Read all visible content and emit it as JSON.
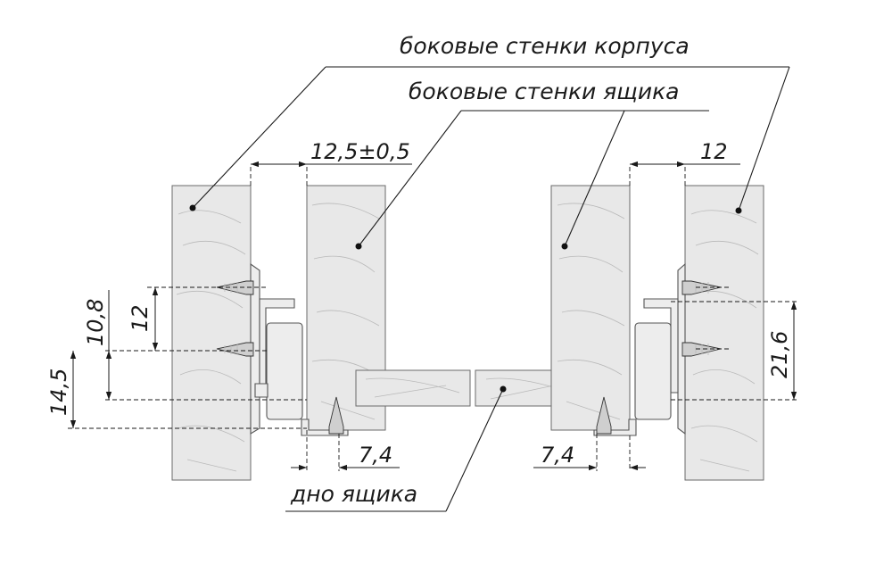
{
  "labels": {
    "cabinet_walls": "боковые стенки корпуса",
    "drawer_walls": "боковые стенки ящика",
    "drawer_bottom": "дно ящика"
  },
  "dimensions": {
    "gap_left": "12,5±0,5",
    "gap_right": "12",
    "offset_left": "7,4",
    "offset_right": "7,4",
    "height_10_8": "10,8",
    "height_12": "12",
    "height_14_5": "14,5",
    "height_21_6": "21,6"
  }
}
